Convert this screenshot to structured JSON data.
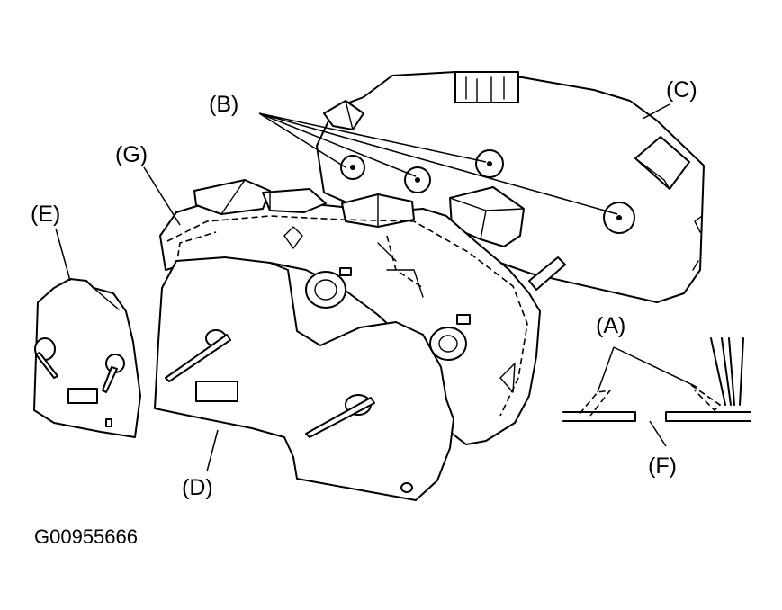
{
  "labels": {
    "a": "(A)",
    "b": "(B)",
    "c": "(C)",
    "d": "(D)",
    "e": "(E)",
    "f": "(F)",
    "g": "(G)"
  },
  "figure_id": "G00955666"
}
